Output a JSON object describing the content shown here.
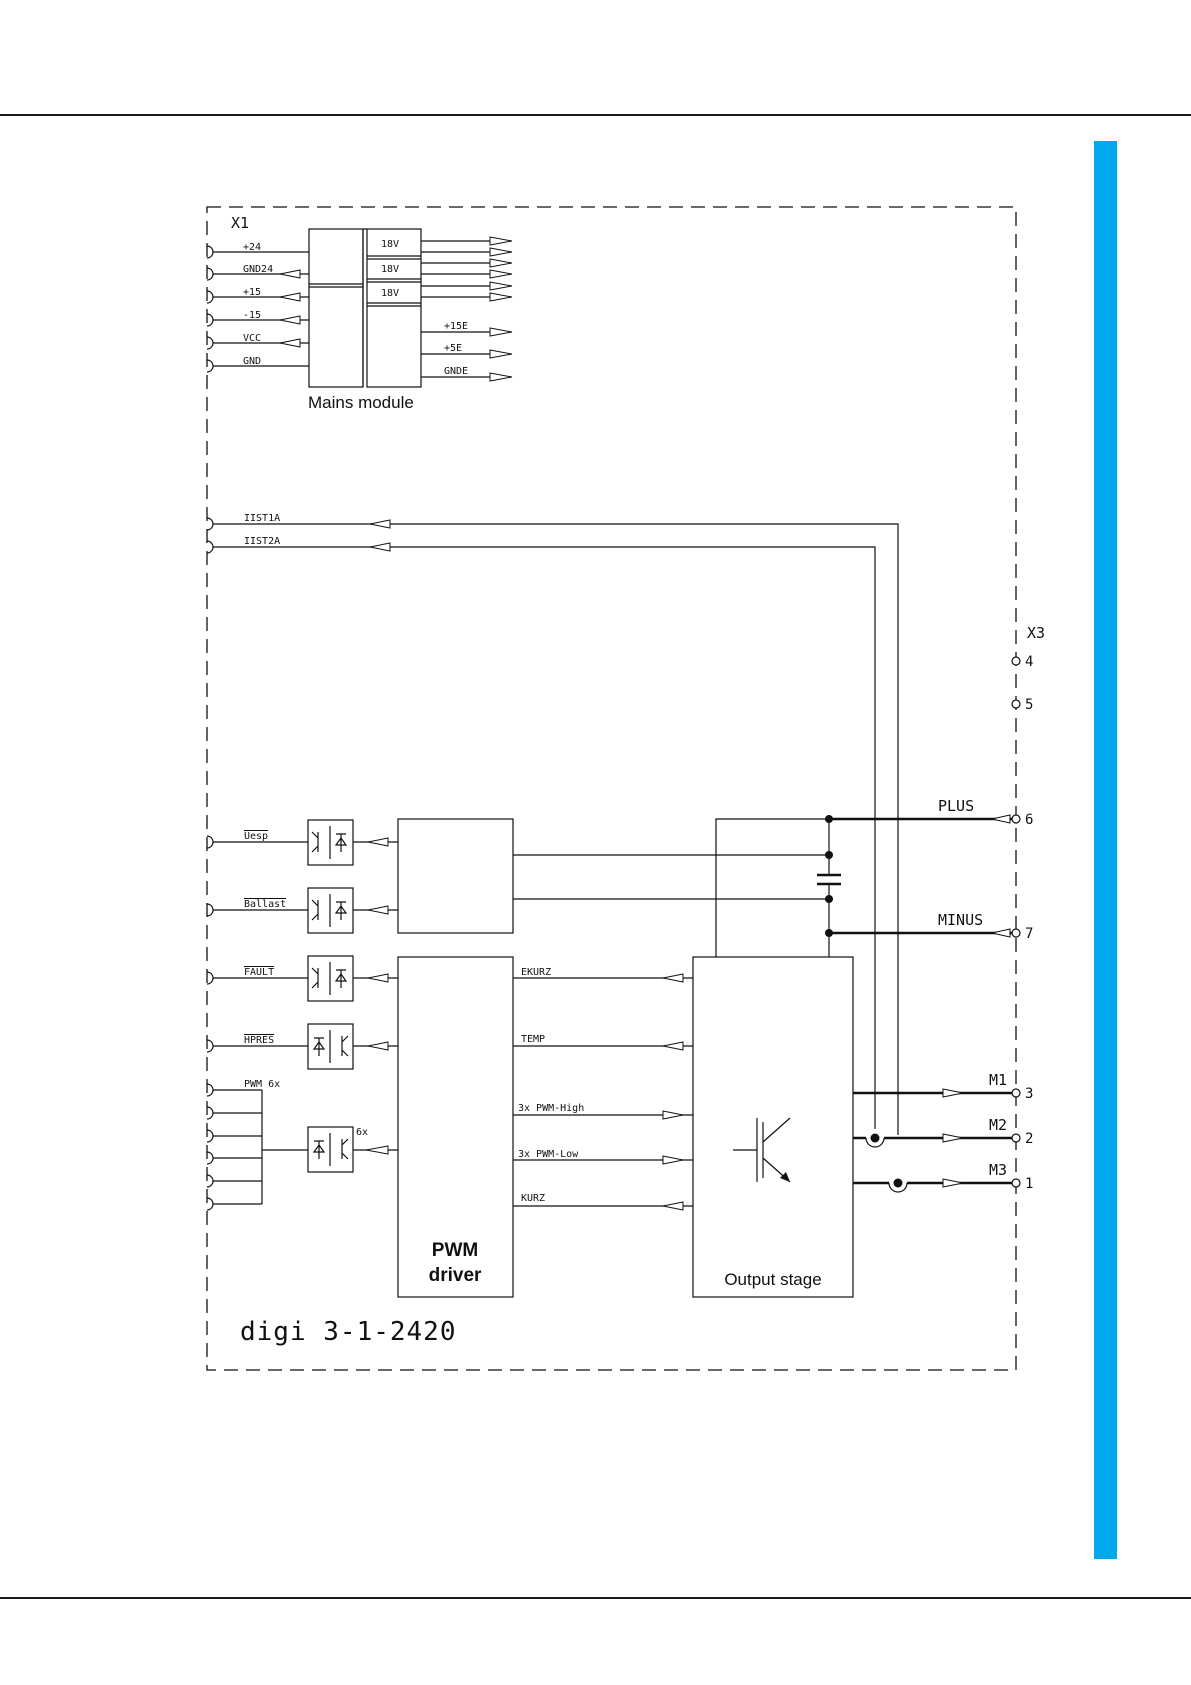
{
  "colors": {
    "accent_bar": "#00a9ec",
    "line": "#111111"
  },
  "connectors": {
    "x1": "X1",
    "x3": "X3"
  },
  "x1_pins": [
    "+24",
    "GND24",
    "+15",
    "-15",
    "VCC",
    "GND"
  ],
  "mains": {
    "title": "Mains module",
    "outputs": [
      "18V",
      "18V",
      "18V"
    ],
    "rails": [
      "+15E",
      "+5E",
      "GNDE"
    ]
  },
  "feedback": [
    "IIST1A",
    "IIST2A"
  ],
  "inputs": [
    "Uesp",
    "Ballast",
    "FAULT",
    "HPRES",
    "PWM 6x"
  ],
  "multiplier": "6x",
  "pwm_driver": {
    "line1": "PWM",
    "line2": "driver"
  },
  "bus_signals": [
    "EKURZ",
    "TEMP",
    "3x PWM-High",
    "3x PWM-Low",
    "KURZ"
  ],
  "output_stage": "Output stage",
  "dc_link": {
    "plus": "PLUS",
    "minus": "MINUS"
  },
  "motor": {
    "m1": "M1",
    "m2": "M2",
    "m3": "M3"
  },
  "x3_pins": [
    "4",
    "5",
    "6",
    "7",
    "3",
    "2",
    "1"
  ],
  "device_name": "digi 3-1-2420"
}
